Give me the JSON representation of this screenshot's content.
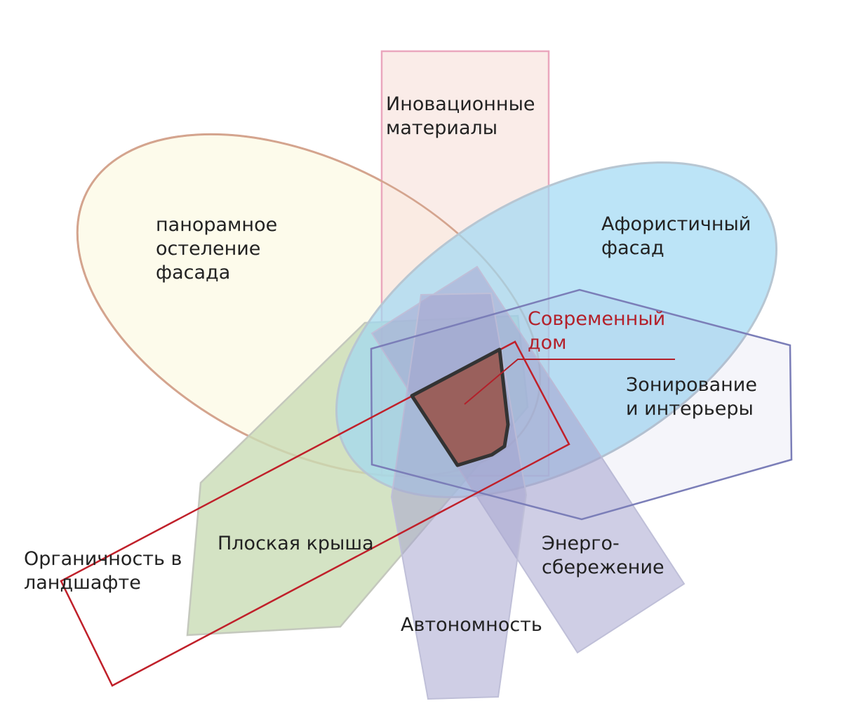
{
  "labels": {
    "materials": [
      "Иновационные",
      "материалы"
    ],
    "glazing": [
      "панорамное",
      "остеление",
      "фасада"
    ],
    "facade": [
      "Афористичный",
      "фасад"
    ],
    "house": [
      "Современный",
      "дом"
    ],
    "zoning": [
      "Зонирование",
      "и интерьеры"
    ],
    "roof": "Плоская крыша",
    "organic": [
      "Органичность в",
      "ландшафте"
    ],
    "energy": [
      "Энерго-",
      "сбережение"
    ],
    "autonomy": "Автономность"
  },
  "colors": {
    "glazing_fill": "#fdfbeb",
    "glazing_stroke": "#d4a48e",
    "materials_fill": "#f8e6e0",
    "materials_stroke": "#eaa7bd",
    "roof_fill": "#d3e3c4",
    "facade_fill": "#9fd9f4",
    "facade_stroke": "#b7c6d2",
    "purple_fill": "#aaaad0",
    "zoning_stroke": "#7b7eb8",
    "organic_stroke": "#c0202a",
    "core_fill": "#9a605c",
    "core_stroke": "#333333",
    "accent_text": "#b3202a"
  }
}
